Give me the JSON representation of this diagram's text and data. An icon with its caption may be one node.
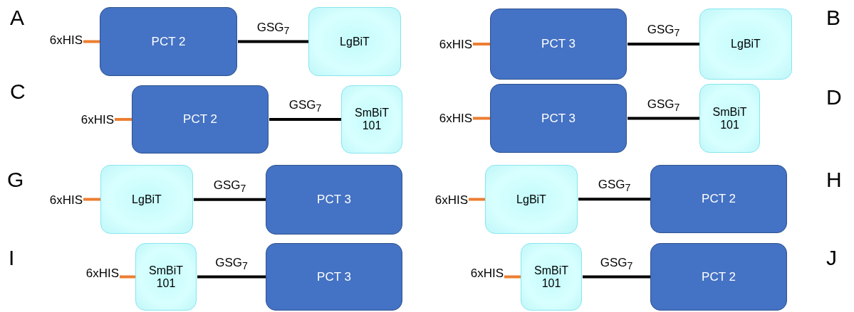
{
  "diagram": {
    "nodes": [
      {
        "text": [
          "6xHIS"
        ]
      },
      {
        "text": [
          "PCT 2"
        ]
      },
      {
        "text": [
          "LgBiT"
        ]
      },
      {
        "text": [
          "6xHIS"
        ]
      },
      {
        "text": [
          "PCT 3"
        ]
      },
      {
        "text": [
          "LgBiT"
        ]
      },
      {
        "text": [
          "6xHIS"
        ]
      },
      {
        "text": [
          "PCT 2"
        ]
      },
      {
        "text": [
          "SmBiT 101"
        ]
      },
      {
        "text": [
          "6xHIS"
        ]
      },
      {
        "text": [
          "PCT 3"
        ]
      },
      {
        "text": [
          "SmBiT 101"
        ]
      },
      {
        "text": [
          "6xHIS"
        ]
      },
      {
        "text": [
          "LgBiT"
        ]
      },
      {
        "text": [
          "PCT 3"
        ]
      },
      {
        "text": [
          "6xHIS"
        ]
      },
      {
        "text": [
          "LgBiT"
        ]
      },
      {
        "text": [
          "PCT 2"
        ]
      },
      {
        "text": [
          "6xHIS"
        ]
      },
      {
        "text": [
          "SmBiT 101"
        ]
      },
      {
        "text": [
          "PCT 3"
        ]
      },
      {
        "text": [
          "6xHIS"
        ]
      },
      {
        "text": [
          "SmBiT 101"
        ]
      },
      {
        "text": [
          "PCT 2"
        ]
      }
    ],
    "edges": [
      {
        "from": 0,
        "to": 1,
        "arrow": "none",
        "color": "#ed7d31"
      },
      {
        "from": 1,
        "to": 2,
        "arrow": "none",
        "label": "GSG$_{7}$",
        "color": "#000000"
      },
      {
        "from": 3,
        "to": 4,
        "arrow": "none",
        "color": "#ed7d31"
      },
      {
        "from": 4,
        "to": 5,
        "arrow": "none",
        "label": "GSG$_{7}$",
        "color": "#000000"
      },
      {
        "from": 6,
        "to": 7,
        "arrow": "none",
        "color": "#ed7d31"
      },
      {
        "from": 7,
        "to": 8,
        "arrow": "none",
        "label": "GSG$_{7}$",
        "color": "#000000"
      },
      {
        "from": 9,
        "to": 10,
        "arrow": "none",
        "color": "#ed7d31"
      },
      {
        "from": 10,
        "to": 11,
        "arrow": "none",
        "label": "GSG$_{7}$",
        "color": "#000000"
      },
      {
        "from": 12,
        "to": 13,
        "arrow": "none",
        "color": "#ed7d31"
      },
      {
        "from": 13,
        "to": 14,
        "arrow": "none",
        "label": "GSG$_{7}$",
        "color": "#000000"
      },
      {
        "from": 15,
        "to": 16,
        "arrow": "none",
        "color": "#ed7d31"
      },
      {
        "from": 16,
        "to": 17,
        "arrow": "none",
        "label": "GSG$_{7}$",
        "color": "#000000"
      },
      {
        "from": 18,
        "to": 19,
        "arrow": "none",
        "color": "#ed7d31"
      },
      {
        "from": 19,
        "to": 20,
        "arrow": "none",
        "label": "GSG$_{7}$",
        "color": "#000000"
      },
      {
        "from": 21,
        "to": 22,
        "arrow": "none",
        "color": "#ed7d31"
      },
      {
        "from": 22,
        "to": 23,
        "arrow": "none",
        "label": "GSG$_{7}$",
        "color": "#000000"
      }
    ],
    "labels": [
      "A",
      "B",
      "C",
      "D",
      "G",
      "H",
      "I",
      "J"
    ]
  }
}
